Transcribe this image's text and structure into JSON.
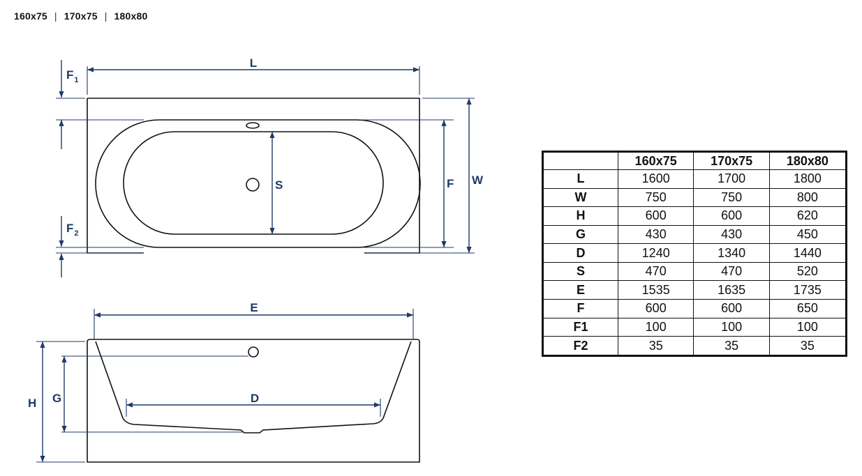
{
  "sizes": [
    "160x75",
    "170x75",
    "180x80"
  ],
  "colors": {
    "dimension_line": "#1f3a66",
    "outline": "#111111"
  },
  "drawing": {
    "top_view": {
      "L": "L",
      "W": "W",
      "F": "F",
      "S": "S",
      "F1_letter": "F",
      "F1_sub": "1",
      "F2_letter": "F",
      "F2_sub": "2"
    },
    "side_view": {
      "E": "E",
      "H": "H",
      "G": "G",
      "D": "D"
    }
  },
  "table": {
    "header": [
      "",
      "160x75",
      "170x75",
      "180x80"
    ],
    "rows": [
      {
        "label": "L",
        "values": [
          "1600",
          "1700",
          "1800"
        ]
      },
      {
        "label": "W",
        "values": [
          "750",
          "750",
          "800"
        ]
      },
      {
        "label": "H",
        "values": [
          "600",
          "600",
          "620"
        ]
      },
      {
        "label": "G",
        "values": [
          "430",
          "430",
          "450"
        ]
      },
      {
        "label": "D",
        "values": [
          "1240",
          "1340",
          "1440"
        ]
      },
      {
        "label": "S",
        "values": [
          "470",
          "470",
          "520"
        ]
      },
      {
        "label": "E",
        "values": [
          "1535",
          "1635",
          "1735"
        ]
      },
      {
        "label": "F",
        "values": [
          "600",
          "600",
          "650"
        ]
      },
      {
        "label": "F1",
        "values": [
          "100",
          "100",
          "100"
        ]
      },
      {
        "label": "F2",
        "values": [
          "35",
          "35",
          "35"
        ]
      }
    ]
  }
}
